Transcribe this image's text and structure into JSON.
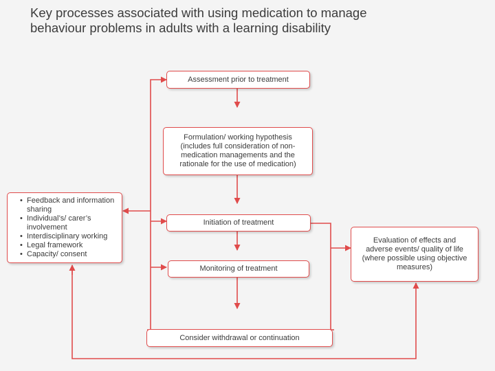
{
  "title": {
    "line1": "Key processes associated with using medication to manage",
    "line2": "behaviour problems in adults with a learning disability"
  },
  "boxes": {
    "assessment": "Assessment prior to treatment",
    "formulation": "Formulation/ working hypothesis (includes full consideration of non-medication managements and the rationale for the use of medication)",
    "initiation": "Initiation of treatment",
    "monitoring": "Monitoring of treatment",
    "withdrawal": "Consider withdrawal or continuation",
    "evaluation": "Evaluation of effects and adverse events/ quality of life (where possible using objective measures)",
    "feedback": [
      "Feedback and information sharing",
      "Individual’s/ carer’s involvement",
      "Interdisciplinary working",
      "Legal framework",
      "Capacity/ consent"
    ]
  },
  "colors": {
    "arrow": "#e04b4b",
    "box_border": "#e04b4b"
  }
}
